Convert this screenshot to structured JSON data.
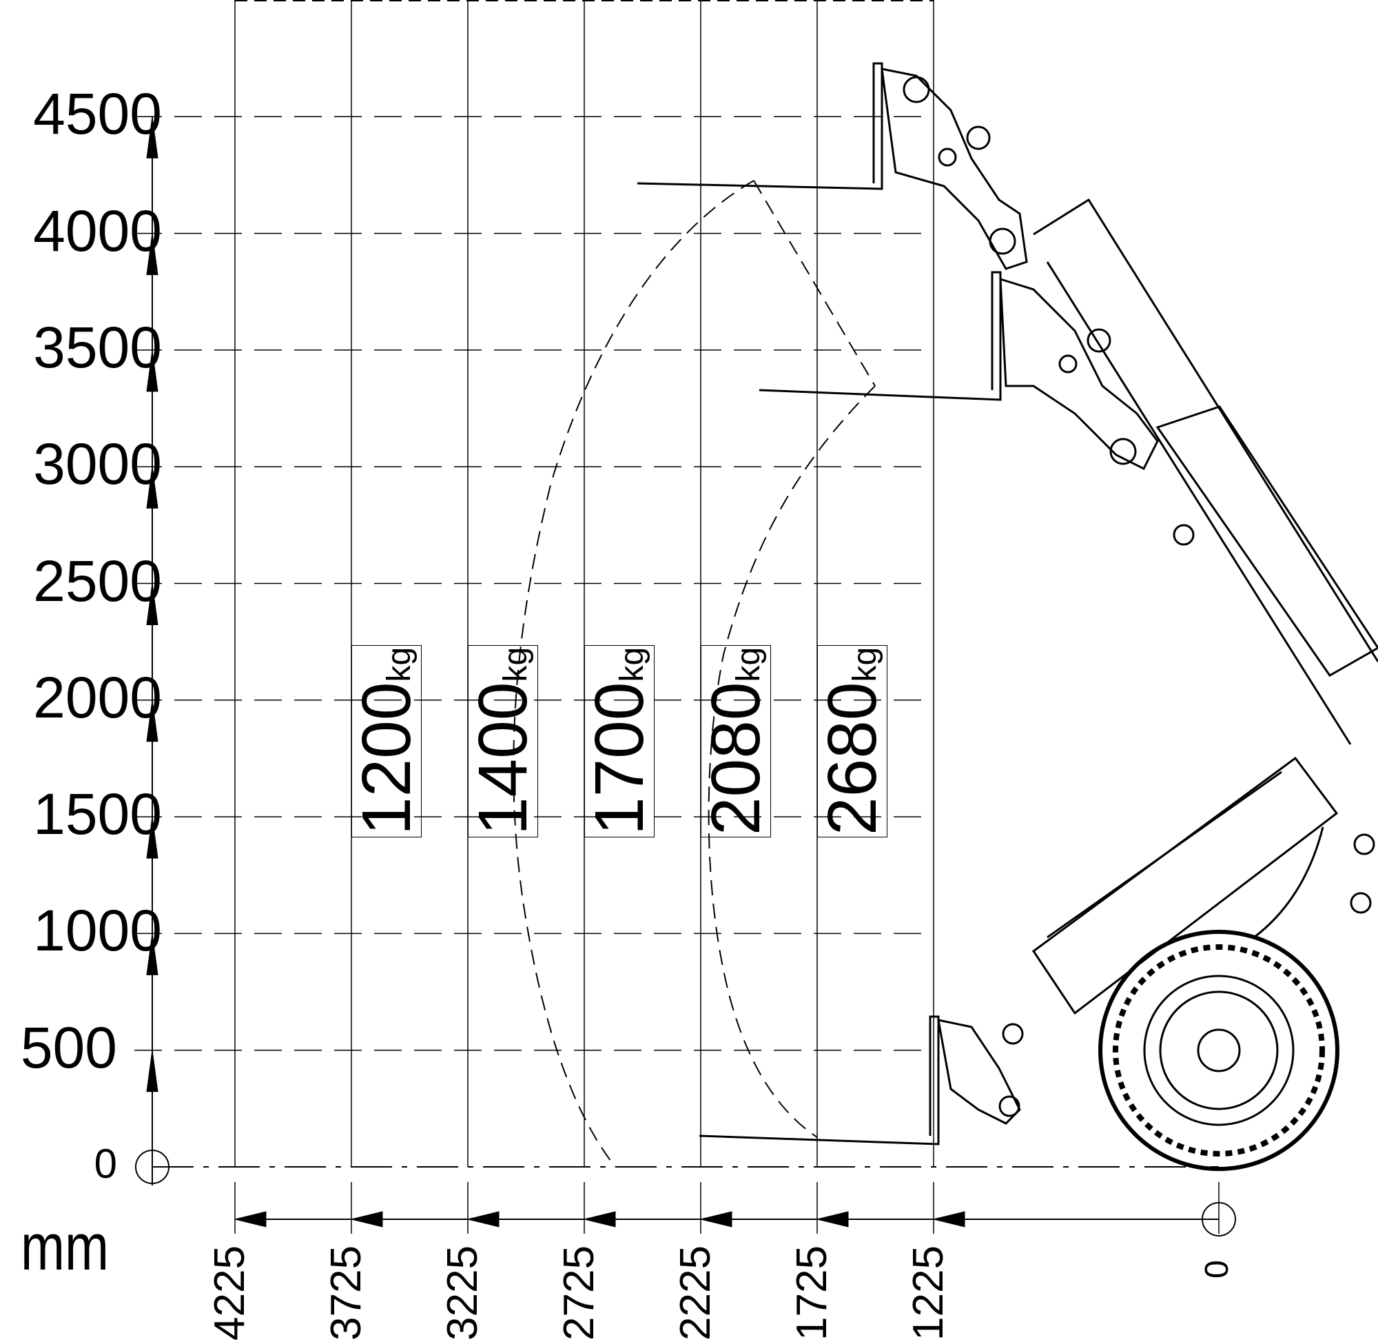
{
  "diagram": {
    "unit": "mm",
    "y_axis": {
      "ticks": [
        "0",
        "500",
        "1000",
        "1500",
        "2000",
        "2500",
        "3000",
        "3500",
        "4000",
        "4500"
      ]
    },
    "x_axis": {
      "ticks": [
        "4225",
        "3725",
        "3225",
        "2725",
        "2225",
        "1725",
        "1225"
      ],
      "origin": "0"
    },
    "loads": [
      {
        "value": "1200",
        "unit": "kg"
      },
      {
        "value": "1400",
        "unit": "kg"
      },
      {
        "value": "1700",
        "unit": "kg"
      },
      {
        "value": "2080",
        "unit": "kg"
      },
      {
        "value": "2680",
        "unit": "kg"
      }
    ]
  }
}
